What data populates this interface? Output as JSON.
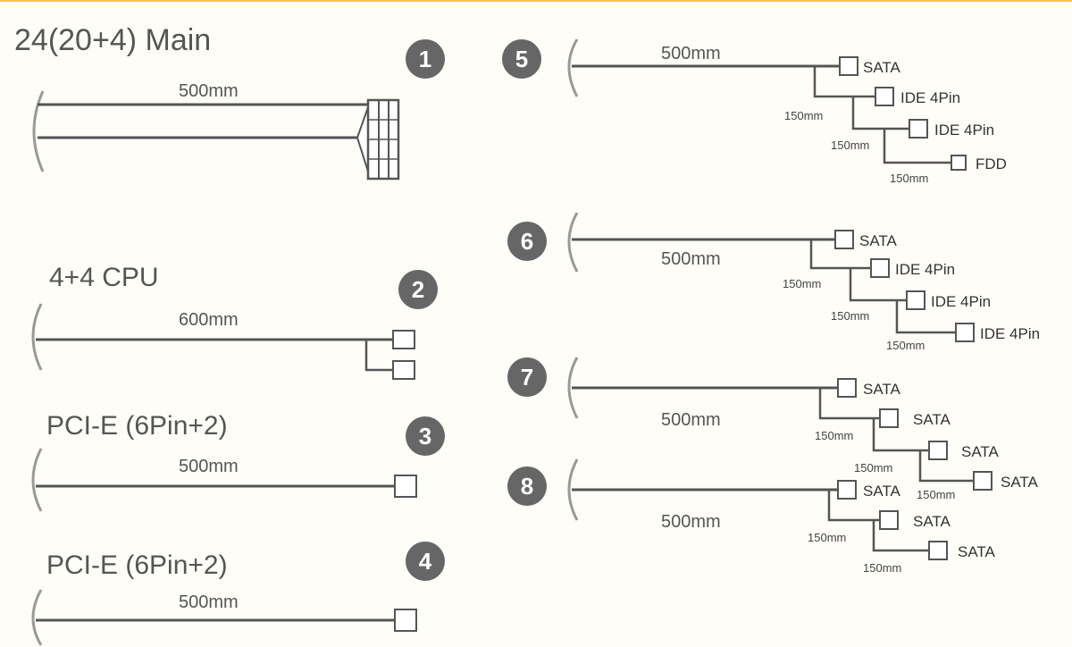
{
  "cables": [
    {
      "id": "1",
      "title": "24(20+4) Main",
      "length": "500mm"
    },
    {
      "id": "2",
      "title": "4+4 CPU",
      "length": "600mm"
    },
    {
      "id": "3",
      "title": "PCI-E (6Pin+2)",
      "length": "500mm"
    },
    {
      "id": "4",
      "title": "PCI-E (6Pin+2)",
      "length": "500mm"
    },
    {
      "id": "5",
      "length": "500mm",
      "connectors": [
        "SATA",
        "IDE 4Pin",
        "IDE 4Pin",
        "FDD"
      ],
      "segments": [
        "150mm",
        "150mm",
        "150mm"
      ]
    },
    {
      "id": "6",
      "length": "500mm",
      "connectors": [
        "SATA",
        "IDE 4Pin",
        "IDE 4Pin",
        "IDE 4Pin"
      ],
      "segments": [
        "150mm",
        "150mm",
        "150mm"
      ]
    },
    {
      "id": "7",
      "length": "500mm",
      "connectors": [
        "SATA",
        "SATA",
        "SATA",
        "SATA"
      ],
      "segments": [
        "150mm",
        "150mm",
        "150mm"
      ]
    },
    {
      "id": "8",
      "length": "500mm",
      "connectors": [
        "SATA",
        "SATA",
        "SATA"
      ],
      "segments": [
        "150mm",
        "150mm"
      ]
    }
  ],
  "colors": {
    "badge": "#666666",
    "wire": "#555555",
    "accent_border": "#f3c24a"
  }
}
